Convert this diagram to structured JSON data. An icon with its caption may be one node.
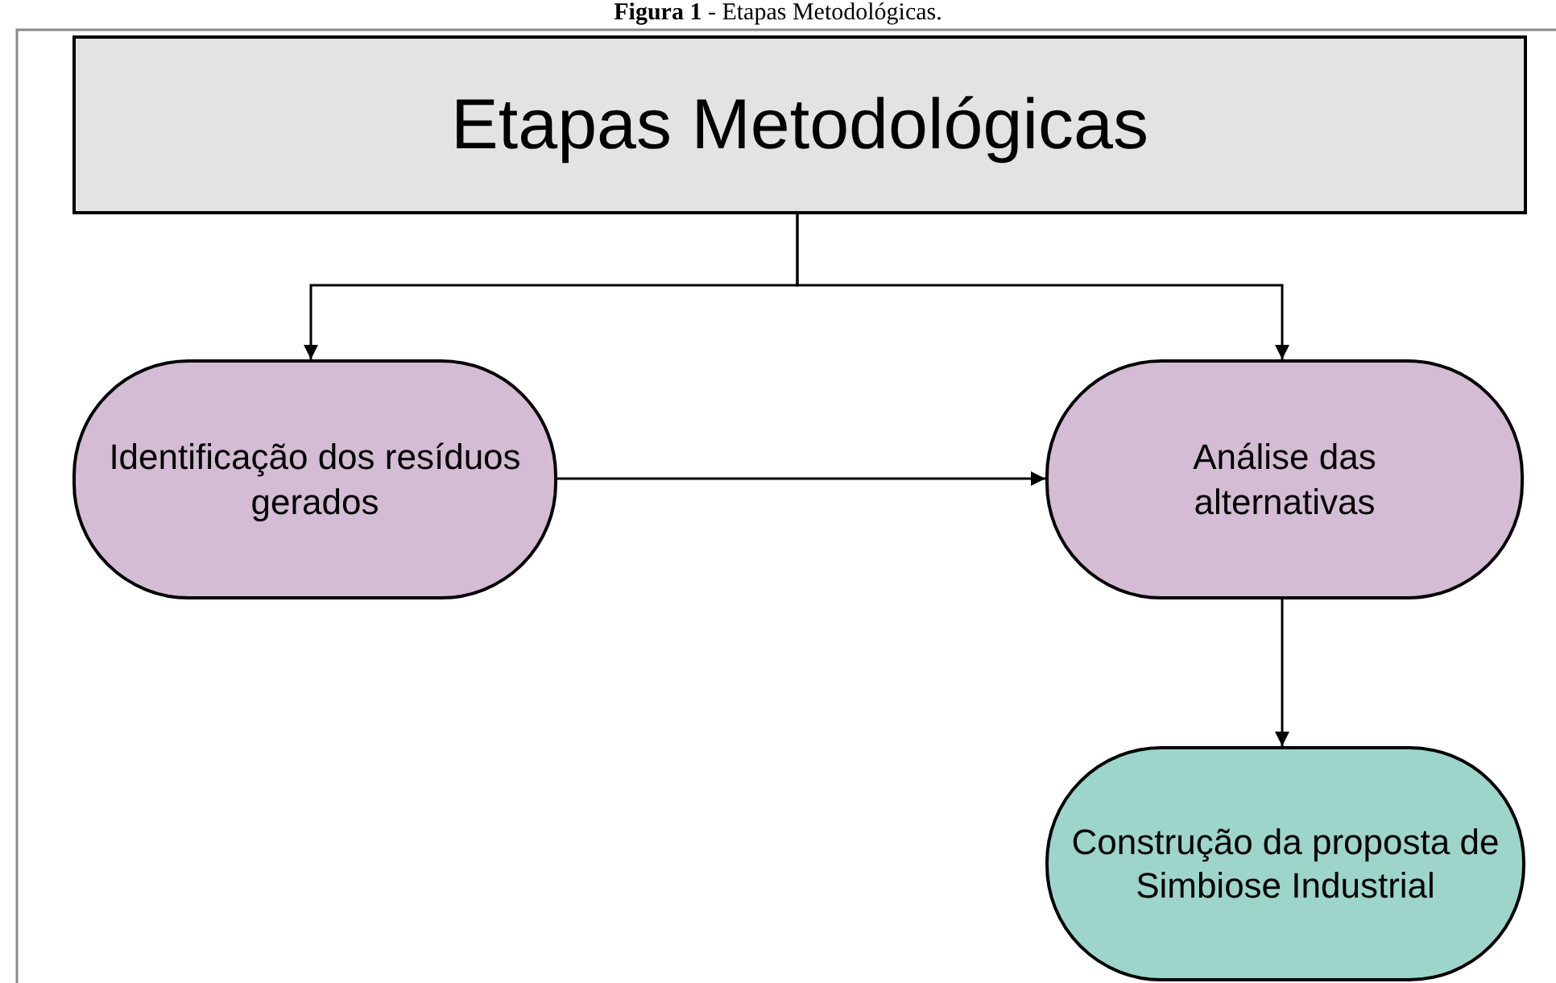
{
  "diagram": {
    "title": "**Figura 1** - Etapas Metodológicas.",
    "nodes": [
      {
        "text": [
          "Etapas Metodológicas"
        ]
      },
      {
        "text": [
          "Identificação dos resíduos gerados"
        ]
      },
      {
        "text": [
          "Análise das alternativas"
        ]
      },
      {
        "text": [
          "Construção da proposta de Simbiose Industrial"
        ]
      }
    ],
    "edges": [
      {
        "from": 0,
        "to": 1,
        "arrow": "to"
      },
      {
        "from": 0,
        "to": 2,
        "arrow": "to"
      },
      {
        "from": 1,
        "to": 2,
        "arrow": "to"
      },
      {
        "from": 2,
        "to": 3,
        "arrow": "to"
      }
    ]
  }
}
